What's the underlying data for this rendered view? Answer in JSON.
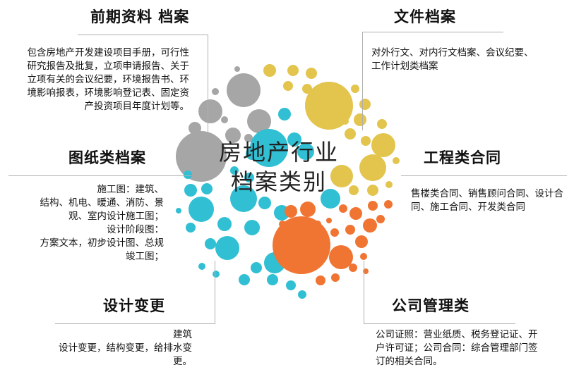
{
  "center_title": {
    "line1": "房地产行业",
    "line2": "档案类别"
  },
  "categories": {
    "preliminary": {
      "title": "前期资料 档案",
      "text": "包含房地产开发建设项目手册，可行性研究报告及批复，立项申请报告、关于立项有关的会议纪要，环境报告书、环境影响报表，环境影响登记表、固定资产投资项目年度计划等。"
    },
    "drawings": {
      "title": "图纸类档案",
      "lines": [
        "施工图：建筑、",
        "结构、机电、暖通、消防、景",
        "观、室内设计施工图；",
        "设计阶段图：",
        "方案文本，初步设计图、总规",
        "竣工图；"
      ]
    },
    "design_change": {
      "title": "设计变更",
      "lines": [
        "建筑",
        "设计变更，结构变更，给排水变",
        "更。"
      ]
    },
    "documents": {
      "title": "文件档案",
      "text": "对外行文、对内行文档案、会议纪要、工作计划类档案"
    },
    "engineering": {
      "title": "工程类合同",
      "text": "售楼类合同、销售顾问合同、设计合同、施工合同、开发类合同"
    },
    "company": {
      "title": "公司管理类",
      "text": "公司证照：营业纸质、税务登记证、开户许可证；公司合同：综合管理部门签订的相关合同。"
    }
  },
  "colors": {
    "gray": "#a6a6a6",
    "yellow": "#e3c44d",
    "teal": "#30bfd3",
    "orange": "#f07532",
    "line": "#b0b0b0"
  }
}
